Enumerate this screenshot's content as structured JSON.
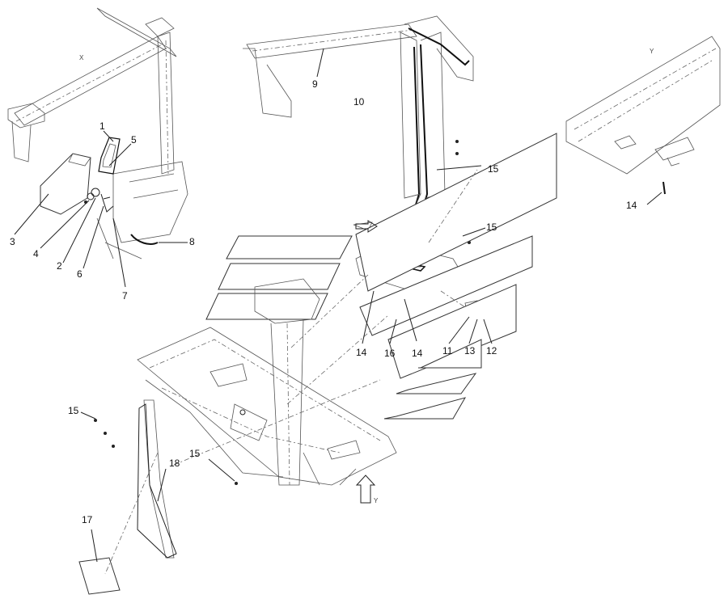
{
  "view_labels": {
    "x": "X",
    "y": "Y",
    "y_arrow": "Y"
  },
  "callouts": {
    "c1": "1",
    "c2": "2",
    "c3": "3",
    "c4": "4",
    "c5": "5",
    "c6": "6",
    "c7": "7",
    "c8": "8",
    "c9": "9",
    "c10": "10",
    "c11": "11",
    "c12": "12",
    "c13": "13",
    "c14a": "14",
    "c14b": "14",
    "c14c": "14",
    "c15a": "15",
    "c15b": "15",
    "c15c": "15",
    "c15d": "15",
    "c16": "16",
    "c17": "17",
    "c18": "18"
  }
}
